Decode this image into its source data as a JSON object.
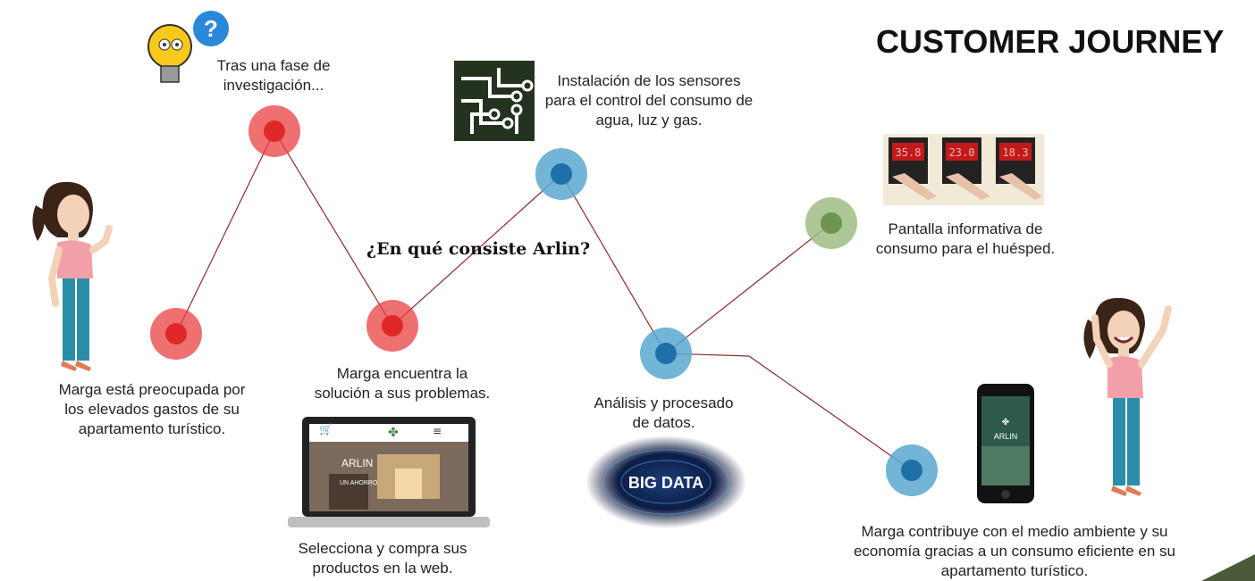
{
  "title": "CUSTOMER JOURNEY",
  "question": "¿En qué consiste Arlin?",
  "steps": [
    {
      "text": "Marga está preocupada por los elevados gastos de su apartamento turístico.",
      "color": "#e84040"
    },
    {
      "text": "Tras una fase de investigación...",
      "color": "#e84040"
    },
    {
      "text": "Marga encuentra la solución a sus problemas.",
      "color": "#e84040"
    },
    {
      "text": "Instalación de los sensores para el control del consumo de agua, luz y gas.",
      "color": "#2a7fb8"
    },
    {
      "text": "Análisis y procesado de datos.",
      "color": "#2a7fb8"
    },
    {
      "text": "Pantalla informativa de consumo para el huésped.",
      "color": "#7aa05a"
    },
    {
      "text": "Marga contribuye con el medio ambiente y su economía gracias a un consumo eficiente en su apartamento turístico.",
      "color": "#2a7fb8"
    }
  ],
  "web_caption": "Selecciona y compra sus productos en la web.",
  "laptop_brand": "ARLIN",
  "laptop_tagline": "UN AHORRO",
  "phone_brand": "ARLIN",
  "bigdata_label": "BIG DATA",
  "meter_readings": [
    "35.8",
    "23.0",
    "18.3"
  ]
}
